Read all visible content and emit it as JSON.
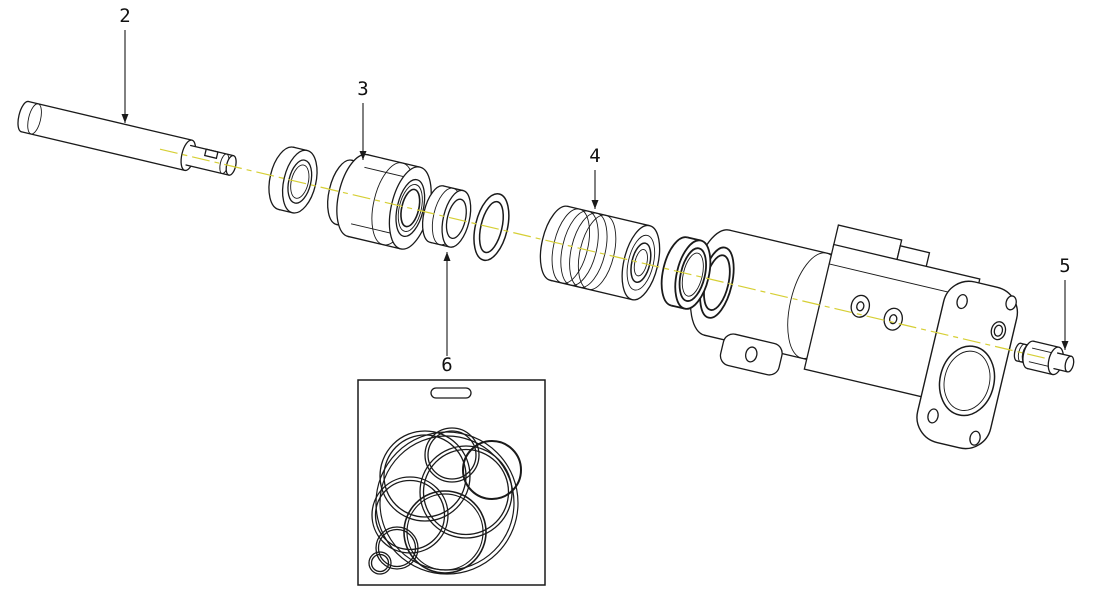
{
  "diagram": {
    "type": "exploded-parts-diagram",
    "colors": {
      "line": "#1a1a1a",
      "centerline": "#d6cf35",
      "background": "#ffffff"
    },
    "callouts": [
      {
        "label": "2",
        "part": "piston-rod"
      },
      {
        "label": "3",
        "part": "gland-nut"
      },
      {
        "label": "4",
        "part": "piston"
      },
      {
        "label": "5",
        "part": "plug"
      },
      {
        "label": "6",
        "part": "seal-ring"
      }
    ],
    "parts": [
      "piston-rod",
      "retainer-ring",
      "gland-nut",
      "seal-ring-set",
      "piston",
      "cylinder-seal-ring",
      "cylinder-body",
      "plug",
      "seal-kit-bag"
    ]
  }
}
